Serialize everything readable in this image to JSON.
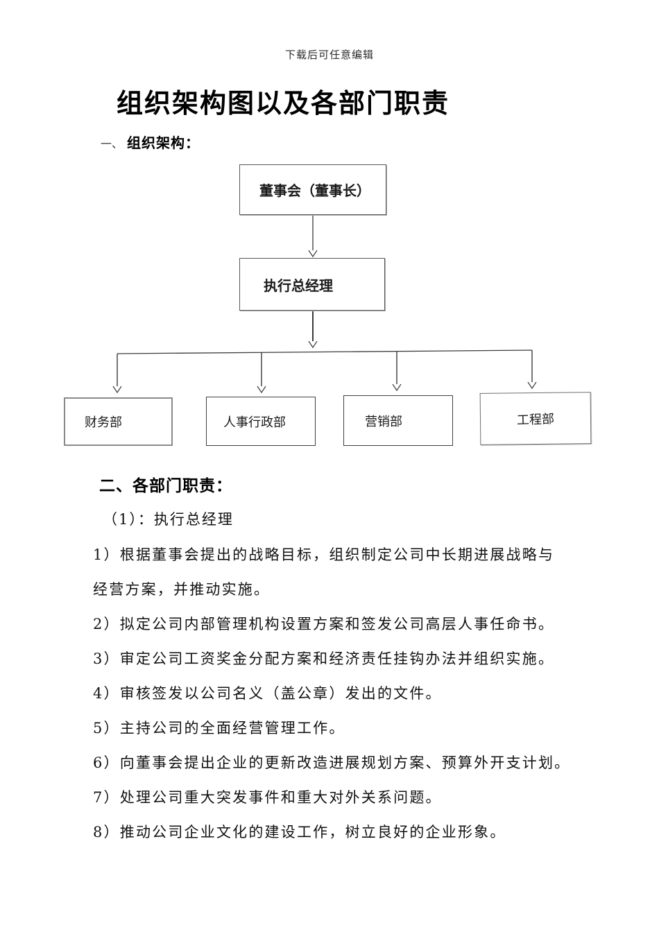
{
  "header": {
    "note": "下载后可任意编辑",
    "title": "组织架构图以及各部门职责"
  },
  "sections": {
    "org": {
      "marker": "一、",
      "heading": "组织架构："
    },
    "duties": {
      "heading": "二、各部门职责：",
      "subsection": "（1）：执行总经理",
      "lines": [
        "1）根据董事会提出的战略目标，组织制定公司中长期进展战略与",
        "经营方案，并推动实施。",
        "2）拟定公司内部管理机构设置方案和签发公司高层人事任命书。",
        "3）审定公司工资奖金分配方案和经济责任挂钩办法并组织实施。",
        "4）审核签发以公司名义（盖公章）发出的文件。",
        "5）主持公司的全面经营管理工作。",
        "6）向董事会提出企业的更新改造进展规划方案、预算外开支计划。",
        "7）处理公司重大突发事件和重大对外关系问题。",
        "8）推动公司企业文化的建设工作，树立良好的企业形象。"
      ]
    }
  },
  "chart": {
    "type": "org-chart",
    "nodes": {
      "board": "董事会（董事长）",
      "general_manager": "执行总经理",
      "finance": "财务部",
      "hr_admin": "人事行政部",
      "marketing": "营销部",
      "engineering": "工程部"
    },
    "edges": [
      {
        "from": "board",
        "to": "general_manager"
      },
      {
        "from": "general_manager",
        "to": "finance"
      },
      {
        "from": "general_manager",
        "to": "hr_admin"
      },
      {
        "from": "general_manager",
        "to": "marketing"
      },
      {
        "from": "general_manager",
        "to": "engineering"
      }
    ],
    "line_color": "#3a3a3a"
  }
}
